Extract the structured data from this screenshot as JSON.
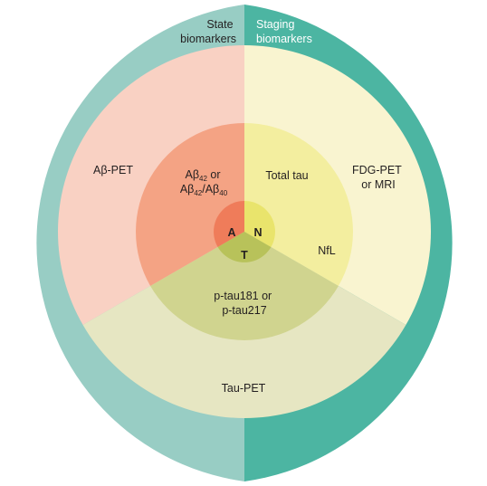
{
  "headers": {
    "state": [
      "State",
      "biomarkers"
    ],
    "staging": [
      "Staging",
      "biomarkers"
    ]
  },
  "outer_ring": {
    "abeta_pet": "Aβ-PET",
    "fdg_pet": [
      "FDG-PET",
      "or MRI"
    ],
    "tau_pet": "Tau-PET"
  },
  "middle_ring": {
    "abeta_fluid": {
      "line1_base": "Aβ",
      "line1_sub": "42",
      "line1_rest": " or",
      "line2_base1": "Aβ",
      "line2_sub1": "42",
      "line2_sep": "/Aβ",
      "line2_sub2": "40"
    },
    "total_tau": "Total tau",
    "nfl": "NfL",
    "ptau": [
      "p-tau181 or",
      "p-tau217"
    ]
  },
  "core": {
    "a": "A",
    "n": "N",
    "t": "T"
  },
  "colors": {
    "teal_light": "#98cdc4",
    "teal_dark": "#4cb5a2",
    "salmon_outer": "#f9d1c3",
    "salmon_mid": "#f4a384",
    "salmon_core": "#ef7c5a",
    "yellow_outer": "#f9f4d0",
    "yellow_mid": "#f3ee9f",
    "yellow_core": "#e9e46c",
    "olive_outer": "#e6e6c2",
    "olive_mid": "#d0d48f",
    "olive_core": "#b8c25a"
  }
}
